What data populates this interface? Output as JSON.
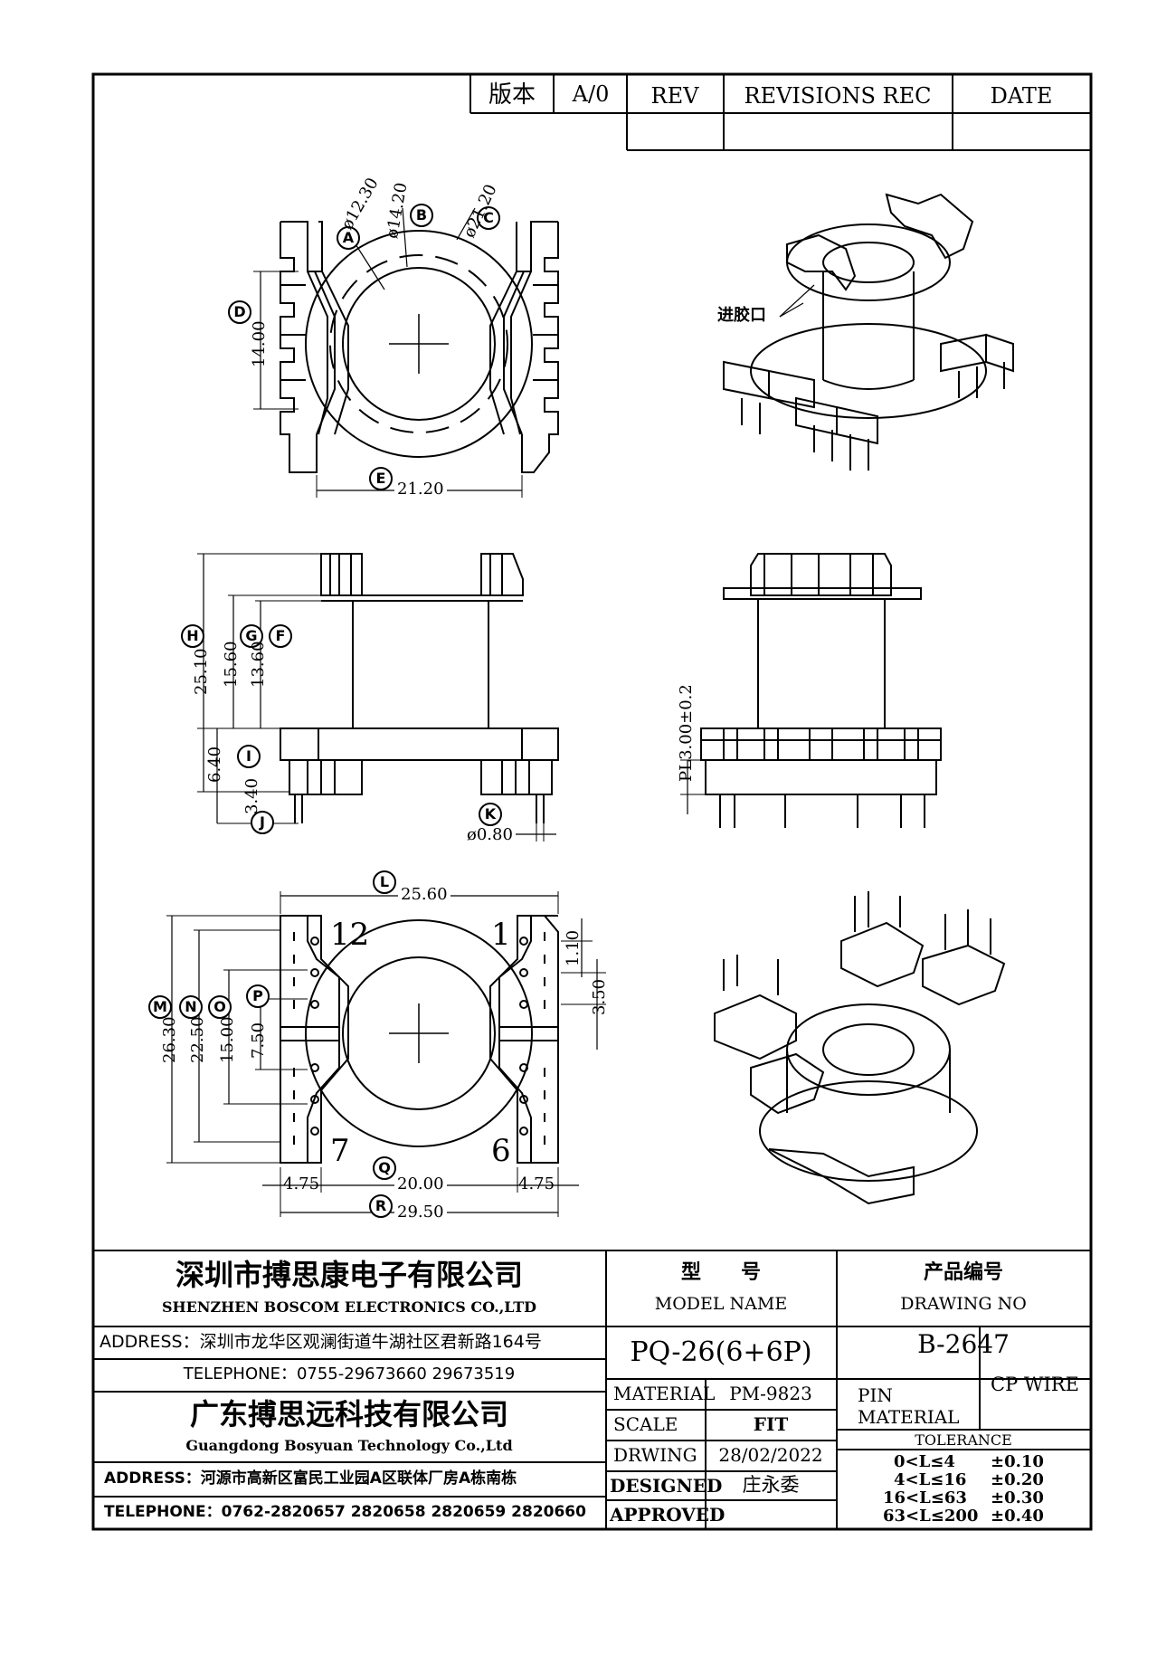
{
  "revision_table": {
    "version_label": "版本",
    "version_value": "A/0",
    "rev_header": "REV",
    "revisions_header": "REVISIONS REC",
    "date_header": "DATE"
  },
  "drawing": {
    "markers": [
      "A",
      "B",
      "C",
      "D",
      "E",
      "F",
      "G",
      "H",
      "I",
      "J",
      "K",
      "L",
      "M",
      "N",
      "O",
      "P",
      "Q",
      "R"
    ],
    "dims": {
      "dia_a": "ø12.30",
      "dia_b": "ø14.20",
      "dia_c": "ø21.20",
      "d": "14.00",
      "e": "21.20",
      "h": "25.10",
      "g": "15.60",
      "f": "13.60",
      "i": "6.40",
      "j": "3.40",
      "k": "ø0.80",
      "pl": "PL3.00±0.2",
      "l": "25.60",
      "m": "26.30",
      "n": "22.50",
      "o": "15.00",
      "p": "7.50",
      "pitch_small": "1.10",
      "pitch_big": "3.50",
      "q": "20.00",
      "r": "29.50",
      "left_offset": "4.75",
      "right_offset": "4.75"
    },
    "gate_label": "进胶口",
    "pin_numbers": {
      "p12": "12",
      "p1": "1",
      "p7": "7",
      "p6": "6"
    }
  },
  "title_block": {
    "company1_cn": "深圳市搏思康电子有限公司",
    "company1_en": "SHENZHEN BOSCOM ELECTRONICS CO.,LTD",
    "address1": "ADDRESS：深圳市龙华区观澜街道牛湖社区君新路164号",
    "telephone1": "TELEPHONE：0755-29673660 29673519",
    "company2_cn": "广东搏思远科技有限公司",
    "company2_en": "Guangdong Bosyuan Technology Co.,Ltd",
    "address2": "ADDRESS：河源市高新区富民工业园A区联体厂房A栋南栋",
    "telephone2": "TELEPHONE：0762-2820657 2820658 2820659 2820660",
    "model_label_cn": "型　　号",
    "model_label_en": "MODEL NAME",
    "model_value": "PQ-26(6+6P)",
    "drawing_label_cn": "产品编号",
    "drawing_label_en": "DRAWING NO",
    "drawing_value": "B-2647",
    "material_label": "MATERIAL",
    "material_value": "PM-9823",
    "scale_label": "SCALE",
    "scale_value": "FIT",
    "drwing_label": "DRWING",
    "drwing_value": "28/02/2022",
    "designed_label": "DESIGNED",
    "designed_value": "庄永委",
    "approved_label": "APPROVED",
    "approved_value": "",
    "pin_material_label": "PIN\nMATERIAL",
    "pin_material_value": "CP WIRE",
    "tolerance_label": "TOLERANCE",
    "tolerances": [
      {
        "range": "0<L≤4",
        "value": "±0.10"
      },
      {
        "range": "4<L≤16",
        "value": "±0.20"
      },
      {
        "range": "16<L≤63",
        "value": "±0.30"
      },
      {
        "range": "63<L≤200",
        "value": "±0.40"
      }
    ]
  }
}
